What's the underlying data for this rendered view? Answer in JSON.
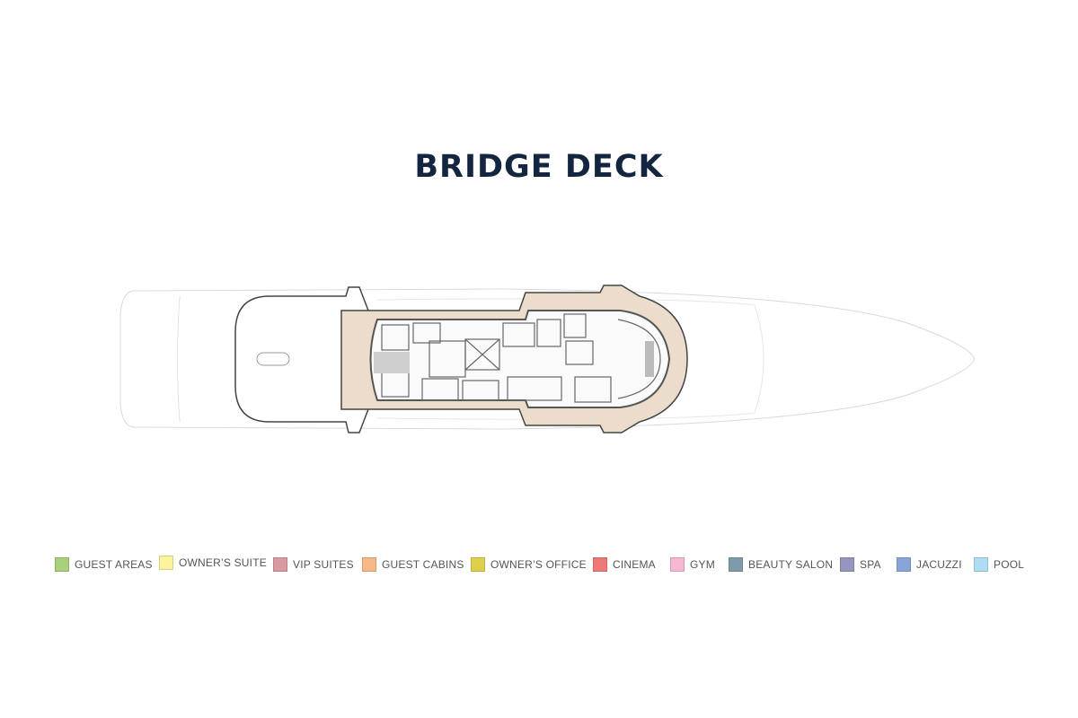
{
  "title": "BRIDGE DECK",
  "legend": [
    {
      "label": "GUEST AREAS",
      "color": "#a9d17c"
    },
    {
      "label": "OWNER’S SUITE",
      "color": "#fbf49a"
    },
    {
      "label": "VIP SUITES",
      "color": "#d89aa0"
    },
    {
      "label": "GUEST CABINS",
      "color": "#f8b888"
    },
    {
      "label": "OWNER’S OFFICE",
      "color": "#dfcf4f"
    },
    {
      "label": "CINEMA",
      "color": "#ef7878"
    },
    {
      "label": "GYM",
      "color": "#f6b8d0"
    },
    {
      "label": "BEAUTY SALON",
      "color": "#7f9aa8"
    },
    {
      "label": "SPA",
      "color": "#9596bd"
    },
    {
      "label": "JACUZZI",
      "color": "#86a6d8"
    },
    {
      "label": "POOL",
      "color": "#afdcf2"
    }
  ]
}
